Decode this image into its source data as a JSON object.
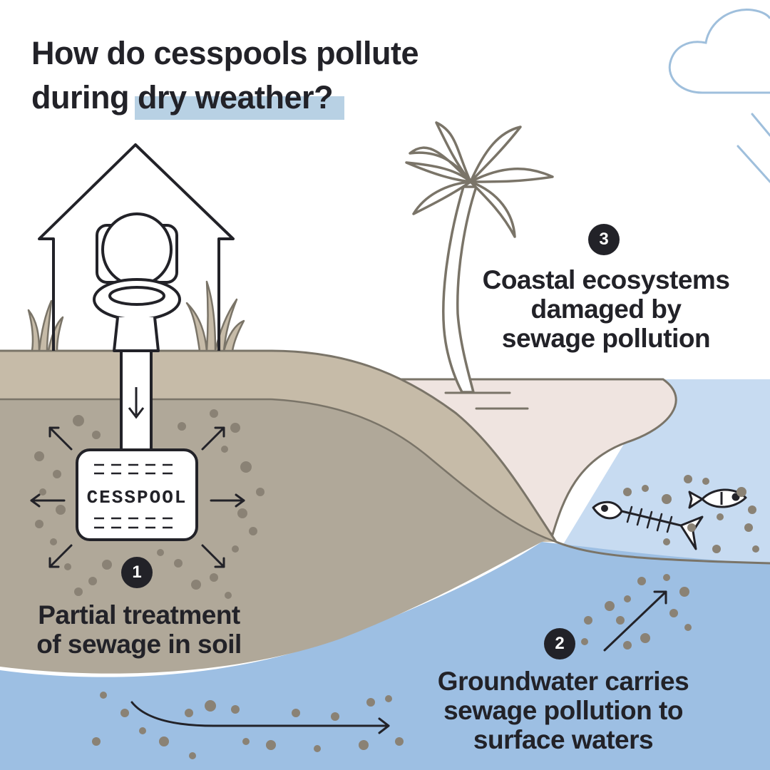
{
  "title": {
    "line1": "How do cesspools pollute",
    "line2_prefix": "during ",
    "line2_highlight": "dry weather?"
  },
  "cesspool": {
    "label": "CESSPOOL"
  },
  "steps": [
    {
      "number": "1",
      "lines": [
        "Partial treatment",
        "of sewage in soil"
      ]
    },
    {
      "number": "2",
      "lines": [
        "Groundwater carries",
        "sewage pollution to",
        "surface waters"
      ]
    },
    {
      "number": "3",
      "lines": [
        "Coastal ecosystems",
        "damaged by",
        "sewage pollution"
      ]
    }
  ],
  "colors": {
    "ink": "#222228",
    "outline": "#7a7468",
    "ground_top": "#c6bba8",
    "ground_body": "#b0a899",
    "groundwater": "#9dbfe3",
    "ocean": "#c7dbf1",
    "sand": "#efe4e0",
    "highlight": "#b8d1e4",
    "particles": "#8a8275",
    "cloud": "#9fbfdc"
  },
  "icons": [
    "house-icon",
    "toilet-icon",
    "cesspool-tank-icon",
    "grass-icon",
    "palm-tree-icon",
    "cloud-icon",
    "rain-icon",
    "fish-icon",
    "fish-skeleton-icon",
    "arrow-icon",
    "particle-dots"
  ]
}
